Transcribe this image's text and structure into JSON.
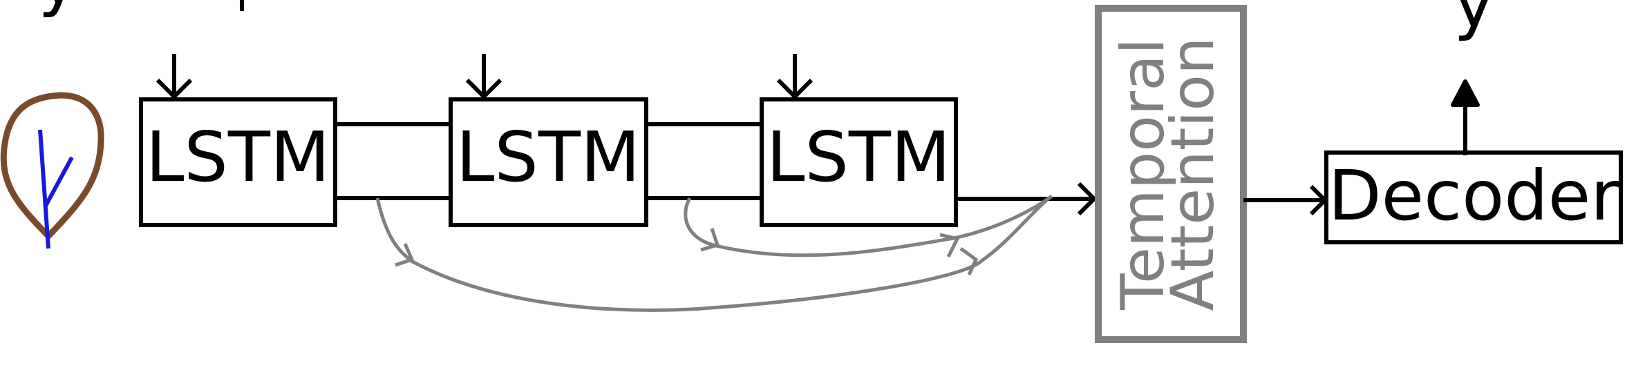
{
  "diagram": {
    "top_labels": {
      "left": "y",
      "right": "y"
    },
    "lstm_label": "LSTM",
    "attention_lines": [
      "Temporal",
      "Attention"
    ],
    "decoder_label": "Decoder"
  },
  "colors": {
    "ink": "#000000",
    "skip_arrows": "#808080",
    "attention_box": "#808080",
    "leaf_outline": "#7a4a2a",
    "leaf_veins": "#1a1adb"
  },
  "icons": [
    "leaf-icon"
  ]
}
